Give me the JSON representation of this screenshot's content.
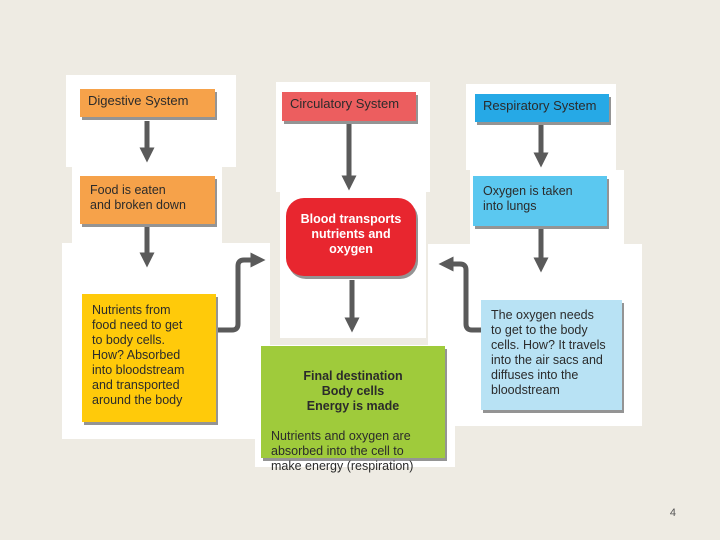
{
  "diagram": {
    "headers": {
      "digestive": "Digestive System",
      "circulatory": "Circulatory System",
      "respiratory": "Respiratory System"
    },
    "boxes": {
      "food": "Food is eaten\nand broken down",
      "nutrients": "Nutrients from\nfood need to get\nto body cells.\nHow? Absorbed\ninto bloodstream\nand transported\naround the body",
      "blood": "Blood transports\nnutrients and\noxygen",
      "oxygen": "Oxygen is taken\ninto lungs",
      "oxygen_needs": "The oxygen needs\nto get to the body\ncells. How? It travels\ninto the air sacs and\ndiffuses into the\nbloodstream",
      "final_title": "Final destination\nBody cells\nEnergy is made",
      "final_body": "Nutrients and oxygen are\nabsorbed into the cell to\nmake energy (respiration)"
    },
    "colors": {
      "digestive": "#f6a24a",
      "circulatory": "#ec5e5f",
      "blood": "#e8262f",
      "respiratory_header": "#26a9e6",
      "oxygen": "#5bc8f0",
      "oxygen_needs": "#b8e2f4",
      "nutrients": "#ffca0a",
      "final": "#9fcb3b",
      "arrow": "#5a5a5a"
    }
  },
  "page_number": "4"
}
